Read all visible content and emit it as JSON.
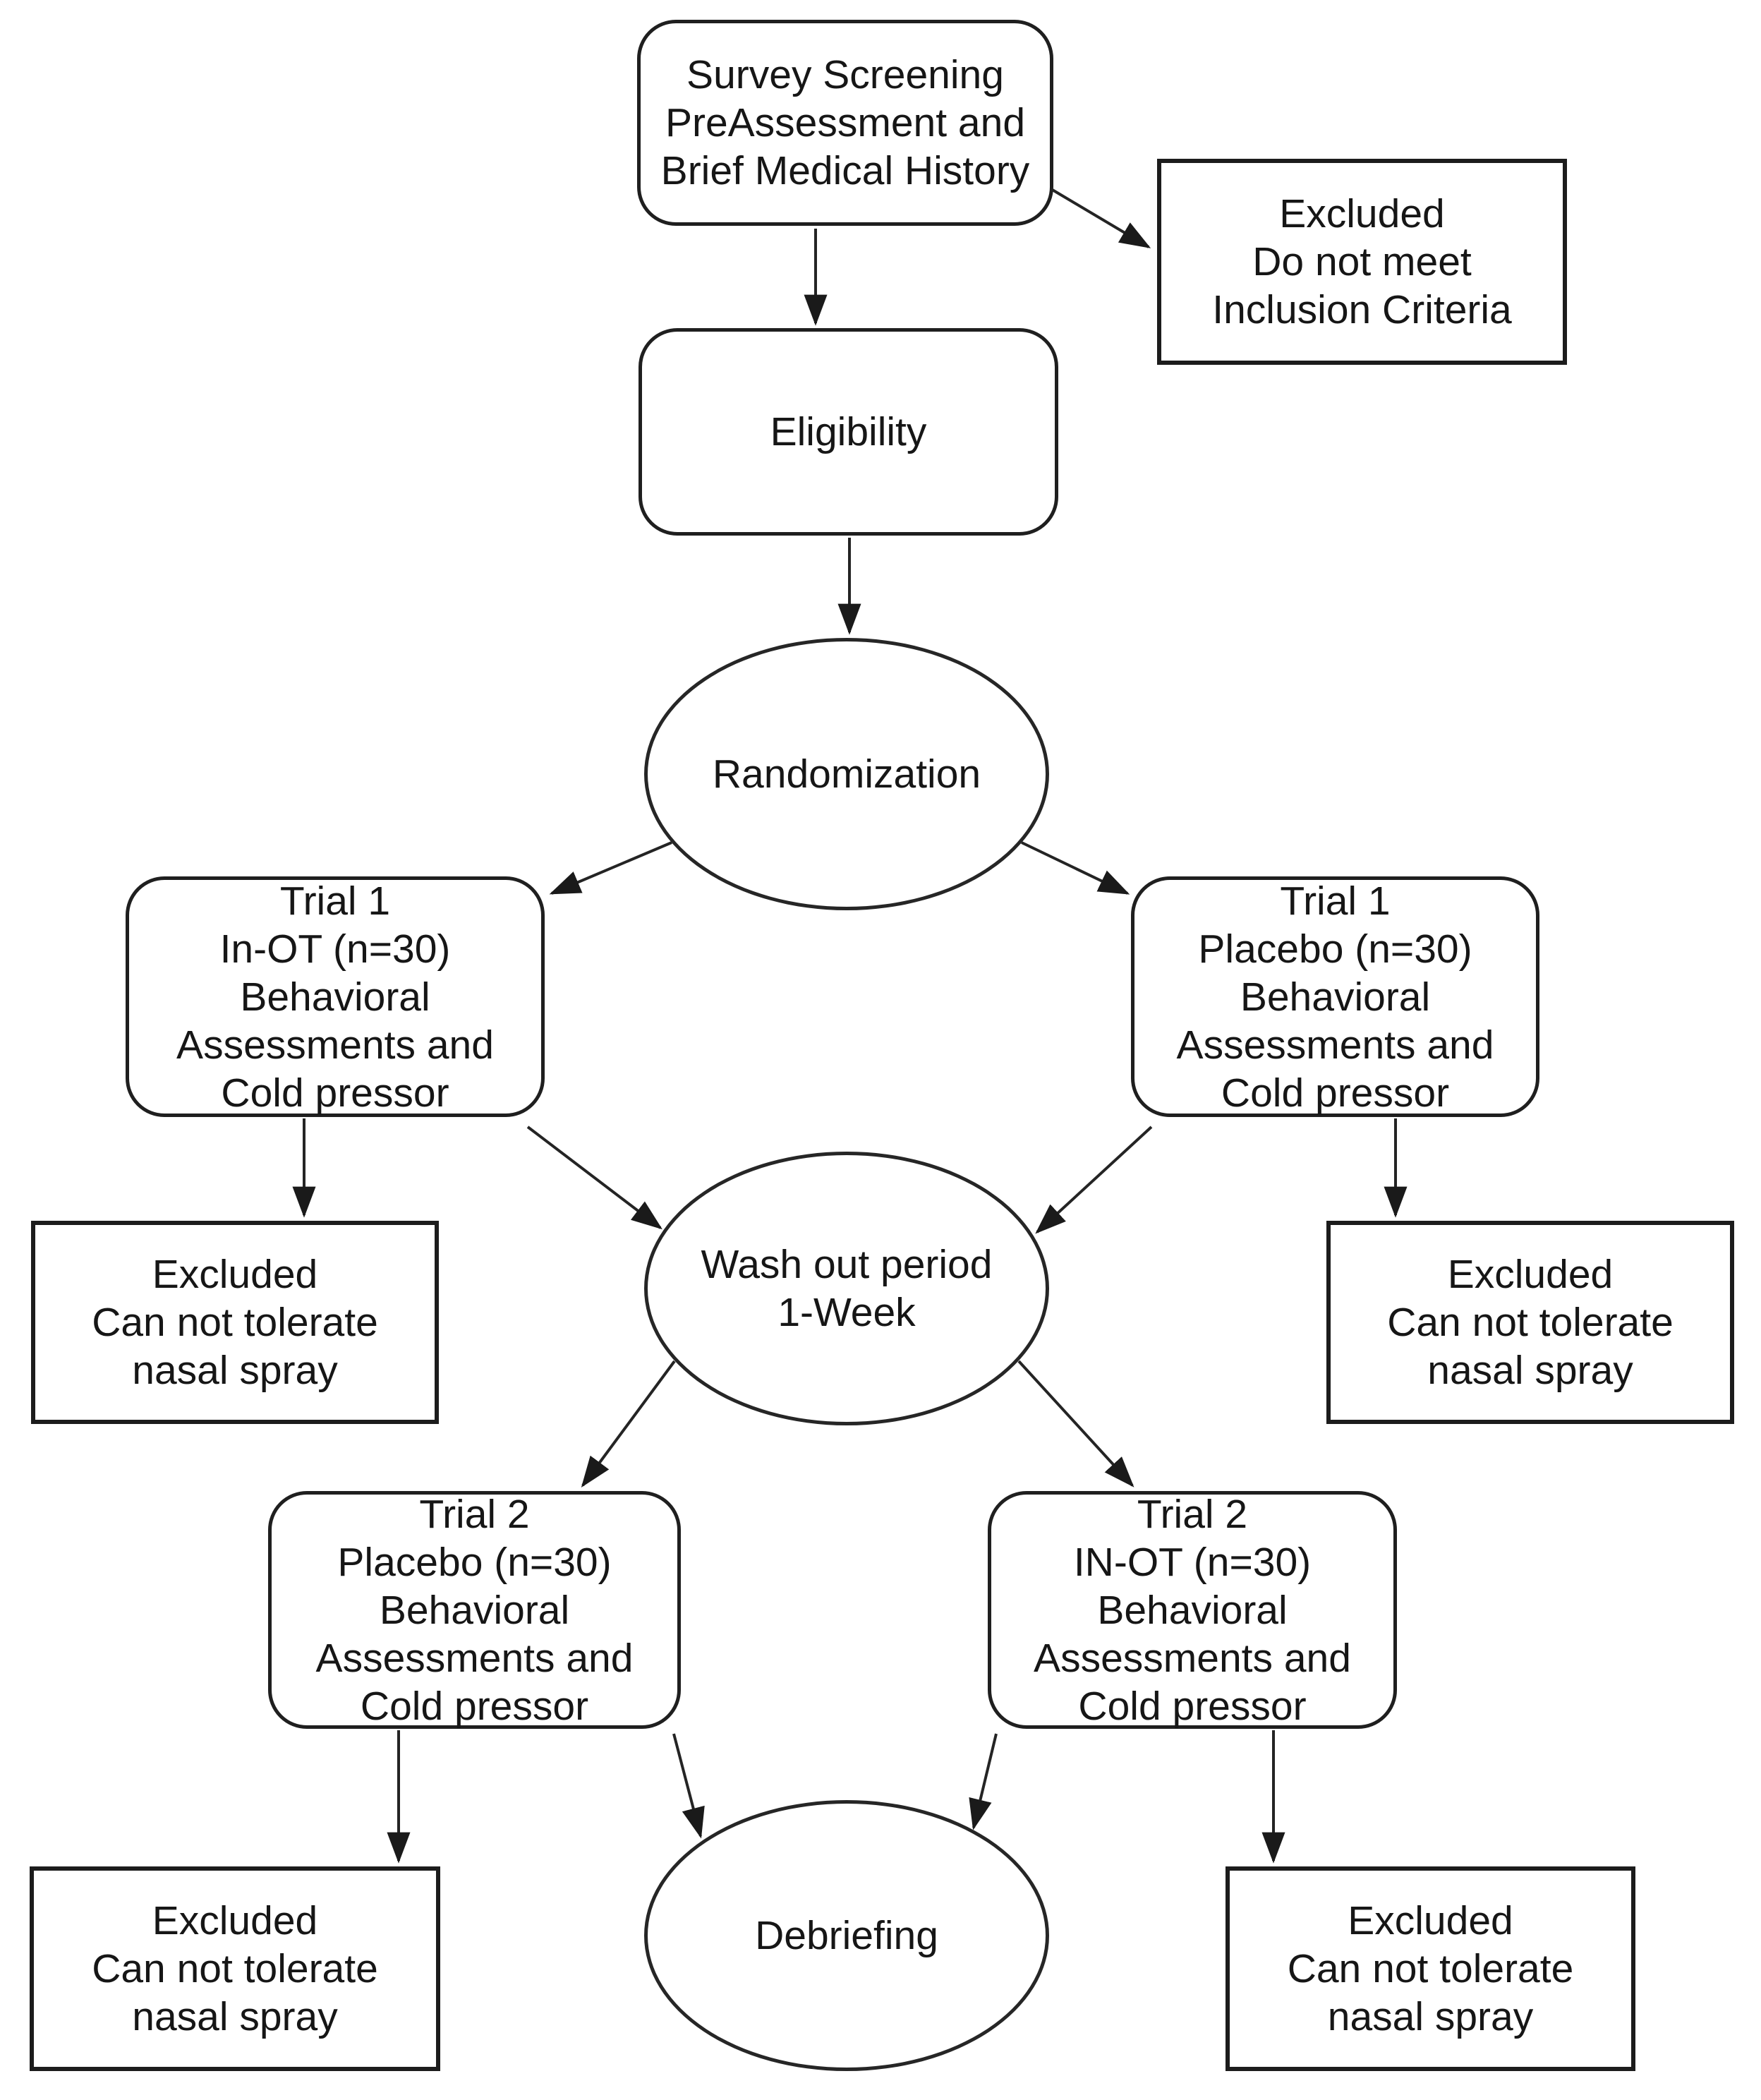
{
  "figure": {
    "type": "flowchart",
    "background_color": "#ffffff",
    "stroke_color": "#1f1f1f",
    "text_color": "#161616"
  },
  "nodes": {
    "survey": {
      "shape": "rounded-rect",
      "lines": [
        "Survey Screening",
        "PreAssessment and",
        "Brief Medical History"
      ]
    },
    "excluded_top": {
      "shape": "rect",
      "lines": [
        "Excluded",
        "Do not meet",
        "Inclusion Criteria"
      ]
    },
    "eligibility": {
      "shape": "rounded-rect",
      "lines": [
        "Eligibility"
      ]
    },
    "randomization": {
      "shape": "ellipse",
      "lines": [
        "Randomization"
      ]
    },
    "trial1_in_ot": {
      "shape": "rounded-rect",
      "lines": [
        "Trial 1",
        "In-OT (n=30)",
        "Behavioral",
        "Assessments and",
        "Cold pressor"
      ]
    },
    "trial1_placebo": {
      "shape": "rounded-rect",
      "lines": [
        "Trial 1",
        "Placebo (n=30)",
        "Behavioral",
        "Assessments and",
        "Cold pressor"
      ]
    },
    "washout": {
      "shape": "ellipse",
      "lines": [
        "Wash out period",
        "1-Week"
      ]
    },
    "excluded_mid_left": {
      "shape": "rect",
      "lines": [
        "Excluded",
        "Can not tolerate",
        "nasal spray"
      ]
    },
    "excluded_mid_right": {
      "shape": "rect",
      "lines": [
        "Excluded",
        "Can not tolerate",
        "nasal spray"
      ]
    },
    "trial2_placebo": {
      "shape": "rounded-rect",
      "lines": [
        "Trial 2",
        "Placebo (n=30)",
        "Behavioral",
        "Assessments and",
        "Cold pressor"
      ]
    },
    "trial2_in_ot": {
      "shape": "rounded-rect",
      "lines": [
        "Trial 2",
        "IN-OT (n=30)",
        "Behavioral",
        "Assessments and",
        "Cold pressor"
      ]
    },
    "debriefing": {
      "shape": "ellipse",
      "lines": [
        "Debriefing"
      ]
    },
    "excluded_bot_left": {
      "shape": "rect",
      "lines": [
        "Excluded",
        "Can not tolerate",
        "nasal spray"
      ]
    },
    "excluded_bot_right": {
      "shape": "rect",
      "lines": [
        "Excluded",
        "Can not tolerate",
        "nasal spray"
      ]
    }
  },
  "edges": [
    {
      "from": "survey",
      "to": "eligibility"
    },
    {
      "from": "survey",
      "to": "excluded_top"
    },
    {
      "from": "eligibility",
      "to": "randomization"
    },
    {
      "from": "randomization",
      "to": "trial1_in_ot"
    },
    {
      "from": "randomization",
      "to": "trial1_placebo"
    },
    {
      "from": "trial1_in_ot",
      "to": "excluded_mid_left"
    },
    {
      "from": "trial1_in_ot",
      "to": "washout"
    },
    {
      "from": "trial1_placebo",
      "to": "washout"
    },
    {
      "from": "trial1_placebo",
      "to": "excluded_mid_right"
    },
    {
      "from": "washout",
      "to": "trial2_placebo"
    },
    {
      "from": "washout",
      "to": "trial2_in_ot"
    },
    {
      "from": "trial2_placebo",
      "to": "excluded_bot_left"
    },
    {
      "from": "trial2_placebo",
      "to": "debriefing"
    },
    {
      "from": "trial2_in_ot",
      "to": "debriefing"
    },
    {
      "from": "trial2_in_ot",
      "to": "excluded_bot_right"
    }
  ]
}
